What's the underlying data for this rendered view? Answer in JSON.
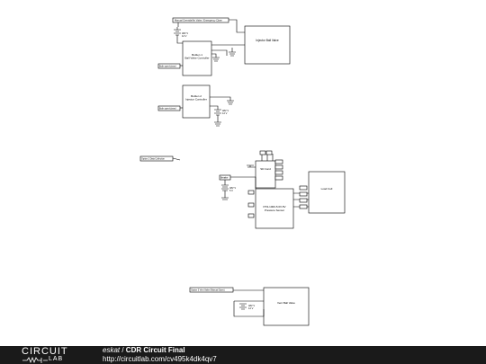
{
  "schematic": {
    "labels": {
      "manual_override": "Manual Override/Air Valve / Emergency Close",
      "both_open1": "Both open/closed",
      "both_open2": "Both open/closed",
      "option2": "Option 2 Data Collection",
      "option3": "Option 3 Vent Valve (Manual Open)",
      "brkr": "Breaker"
    },
    "blocks": {
      "injector": "Injector Ball Valve",
      "bottle_l1": "Bottlen 1",
      "bottle_l2": "Ball Valve Controller",
      "bottle2_l1": "Bottlen 2",
      "bottle2_l2": "Injector Controller",
      "sd_card": "SD Card",
      "pressure_l1": "PX3-1000-5.0V-5V",
      "pressure_l2": "Pressure Sensor",
      "load_cell": "Load Cell",
      "vent": "Vent Ball Valve"
    },
    "sources": {
      "v_top": "48V V",
      "v_top2": "12 V",
      "v_mid": "48V V",
      "v_mid2": "12 V",
      "v_sd": "48V V",
      "v_sd2": "5 V",
      "v_vent": "48V V",
      "v_vent2": "12 V"
    }
  },
  "footer": {
    "logo_top": "CIRCUIT",
    "logo_bottom": "LAB",
    "author": "eskat",
    "separator": " / ",
    "circuit_name": "CDR Circuit Final",
    "url": "http://circuitlab.com/cv495k4dk4qv7"
  }
}
